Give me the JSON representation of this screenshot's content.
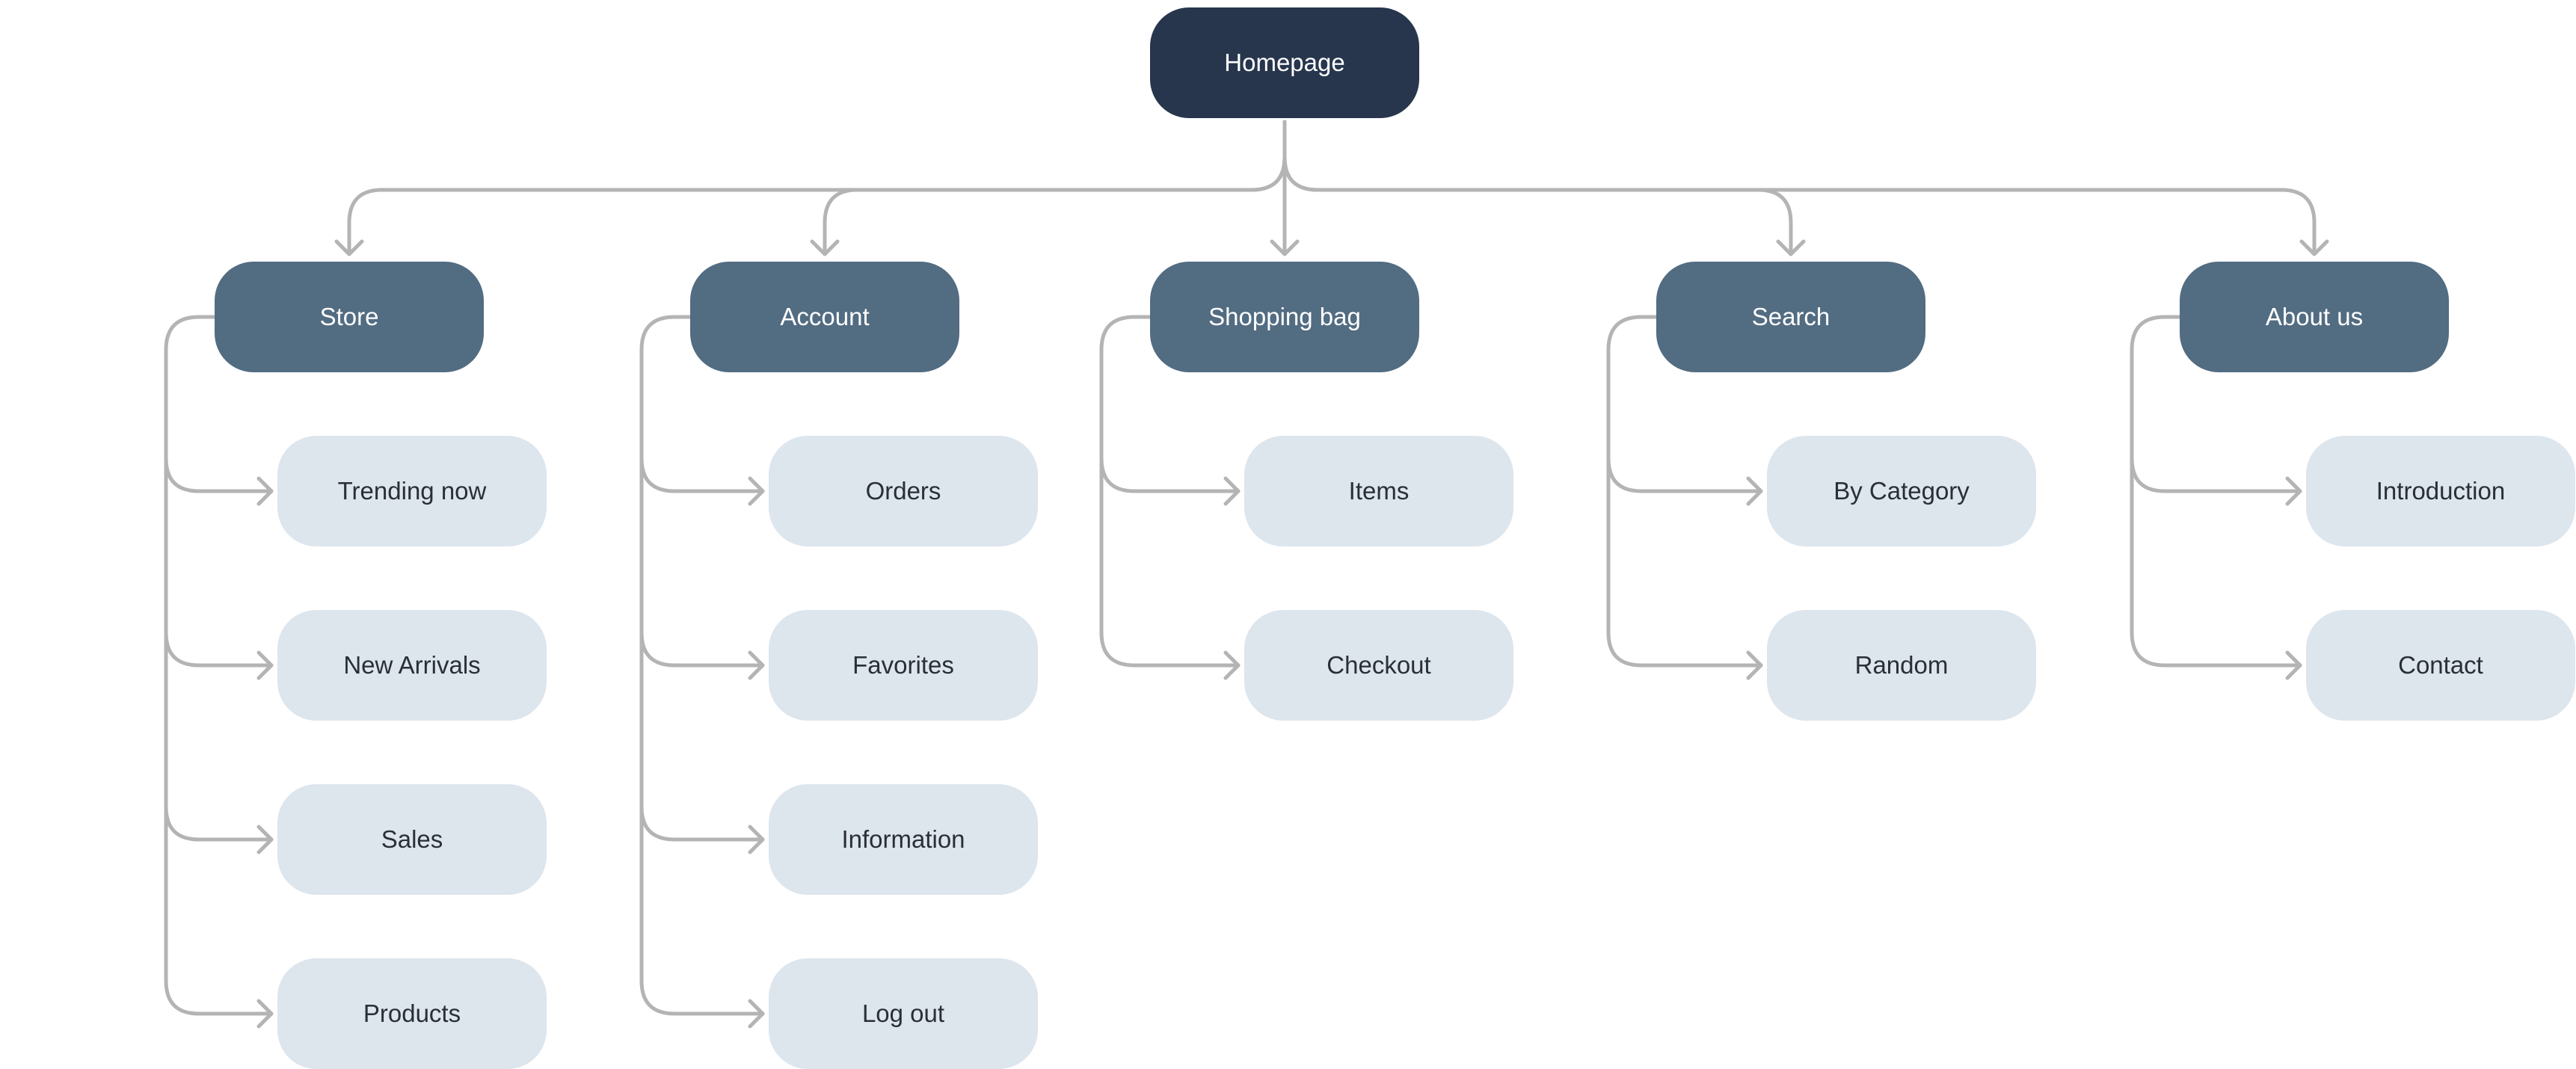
{
  "colors": {
    "root_fill": "#27364d",
    "root_text": "#ffffff",
    "section_fill": "#526c82",
    "section_text": "#ffffff",
    "leaf_fill": "#dde5ed",
    "leaf_text": "#2a2f36",
    "connector": "#b4b4b4",
    "background": "#ffffff"
  },
  "root": {
    "label": "Homepage"
  },
  "sections": [
    {
      "label": "Store",
      "children": [
        "Trending now",
        "New Arrivals",
        "Sales",
        "Products"
      ]
    },
    {
      "label": "Account",
      "children": [
        "Orders",
        "Favorites",
        "Information",
        "Log out"
      ]
    },
    {
      "label": "Shopping bag",
      "children": [
        "Items",
        "Checkout"
      ]
    },
    {
      "label": "Search",
      "children": [
        "By Category",
        "Random"
      ]
    },
    {
      "label": "About us",
      "children": [
        "Introduction",
        "Contact"
      ]
    }
  ]
}
